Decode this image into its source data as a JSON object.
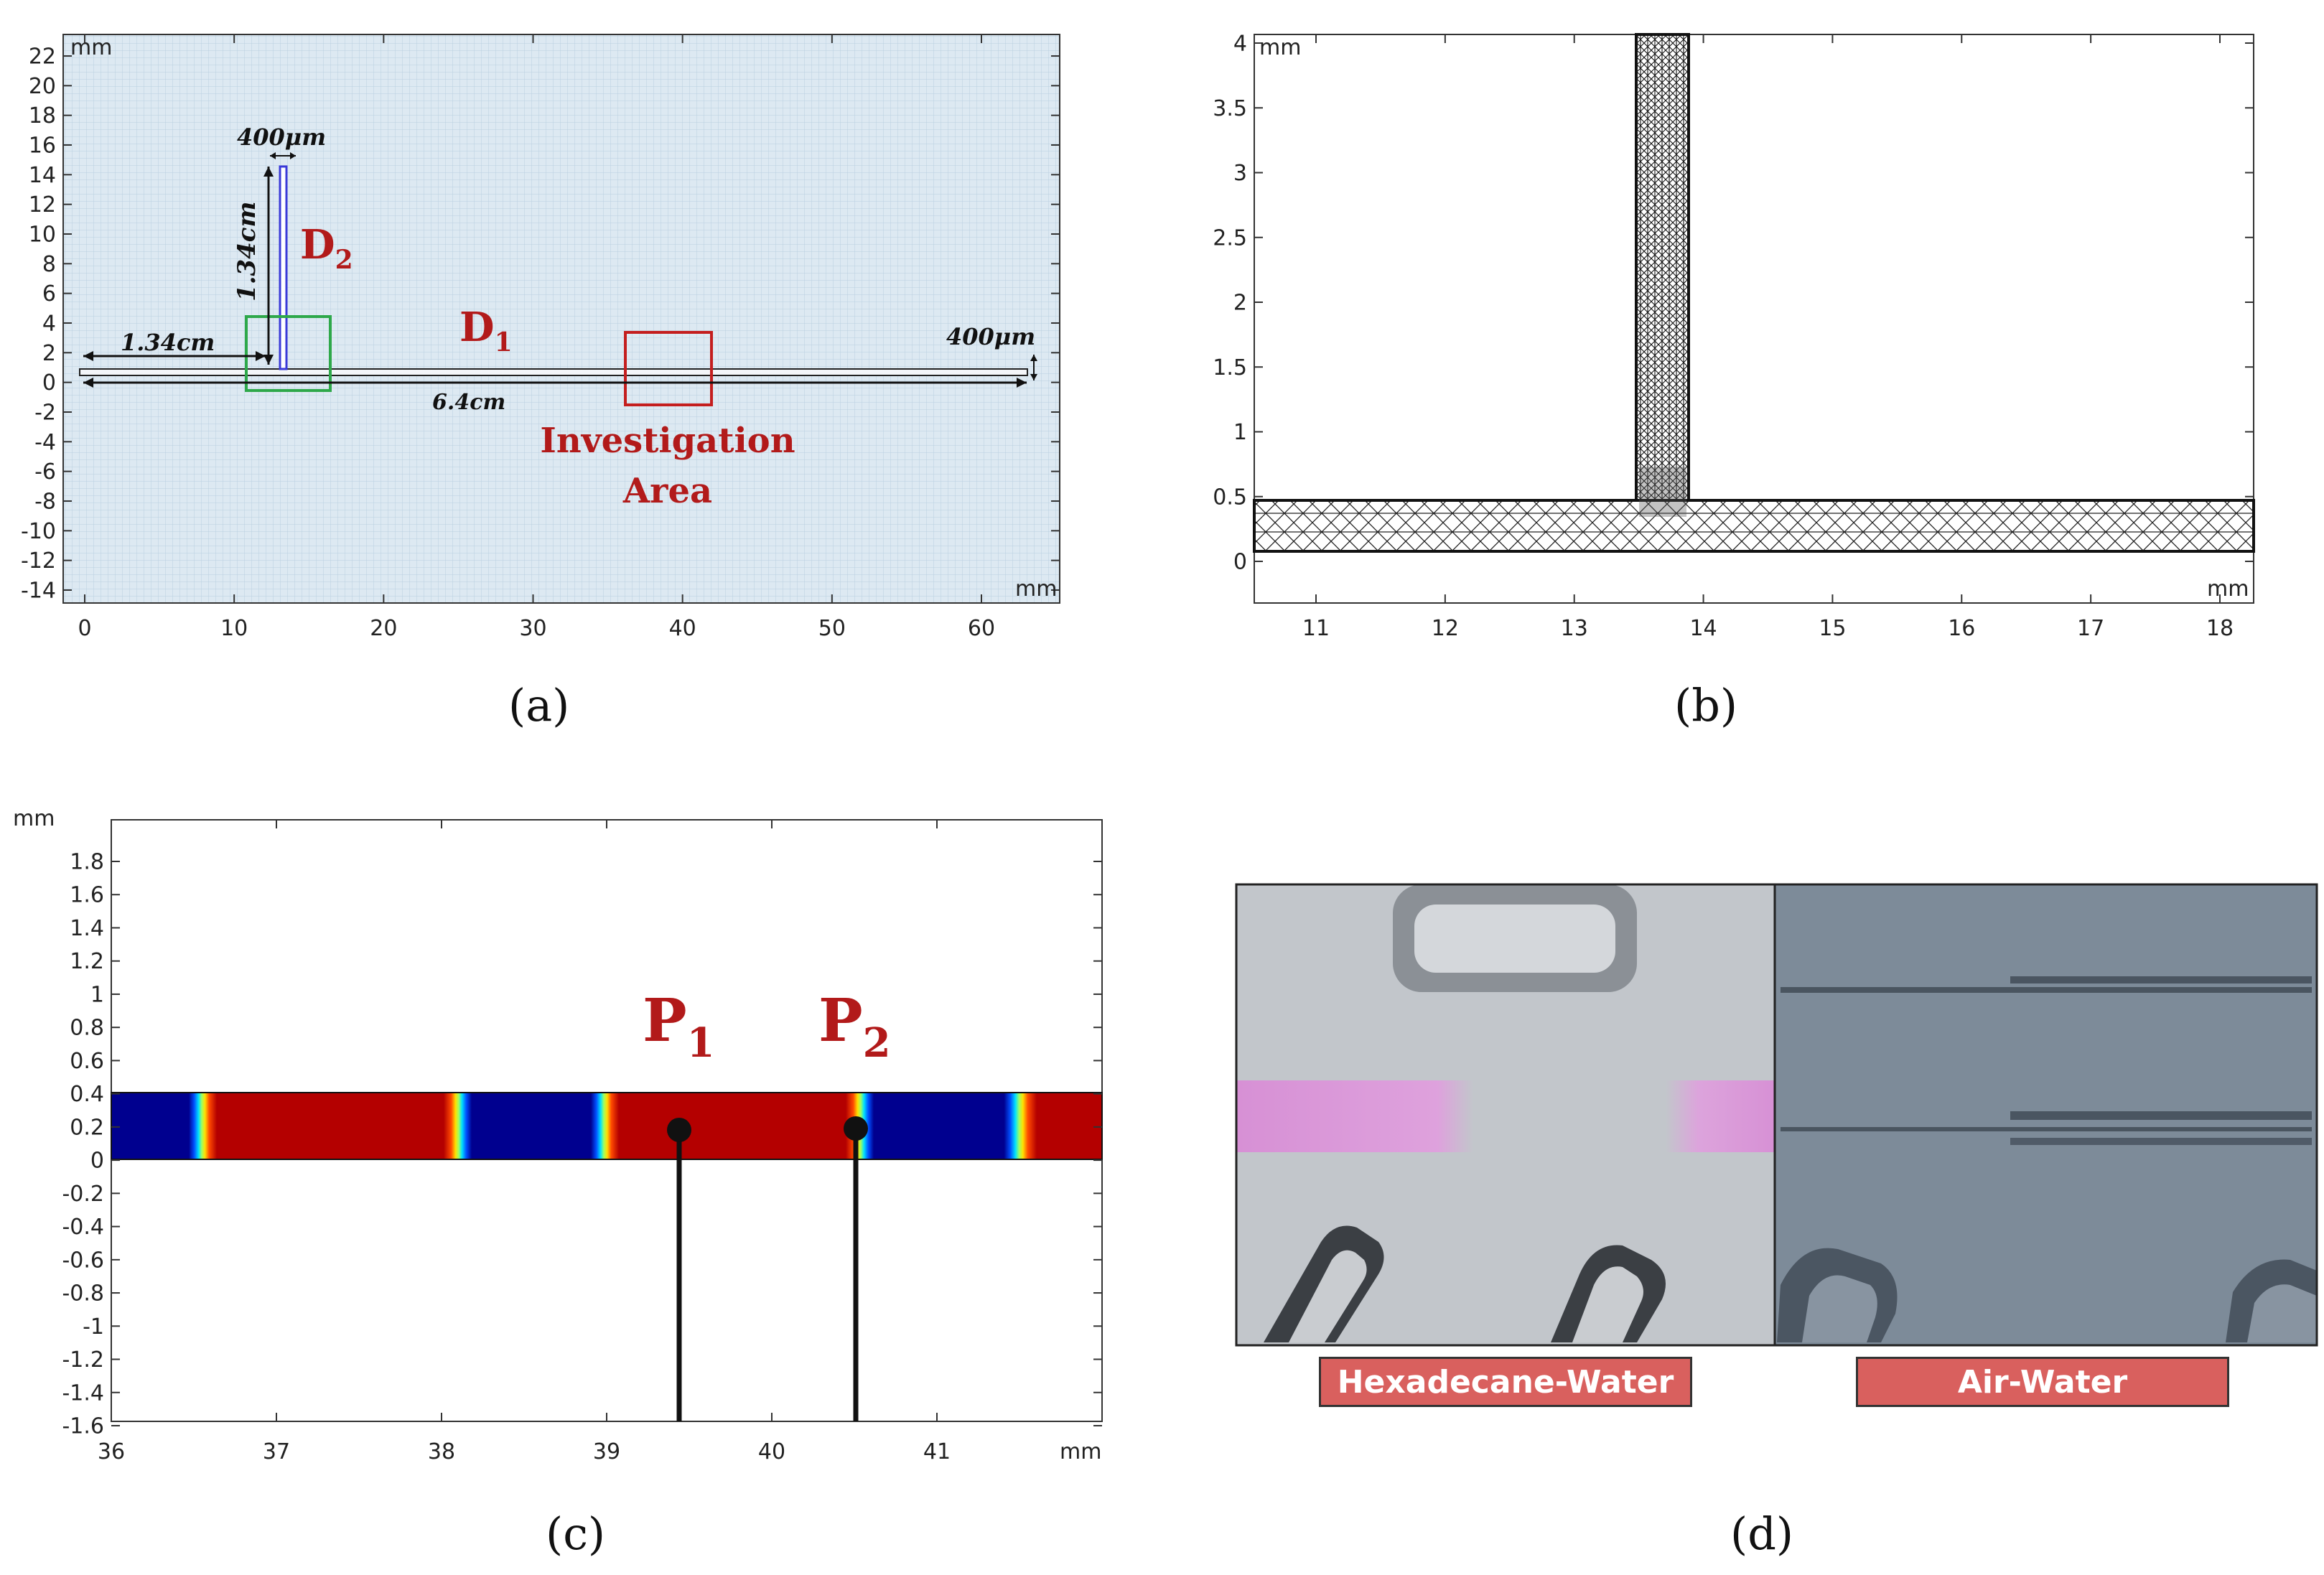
{
  "captions": {
    "a": "(a)",
    "b": "(b)",
    "c": "(c)",
    "d": "(d)"
  },
  "panel_a": {
    "unit_top": "mm",
    "unit_bottom": "mm",
    "y_ticks": [
      "22",
      "20",
      "18",
      "16",
      "14",
      "12",
      "10",
      "8",
      "6",
      "4",
      "2",
      "0",
      "-2",
      "-4",
      "-6",
      "-8",
      "-10",
      "-12",
      "-14"
    ],
    "x_ticks": [
      "0",
      "10",
      "20",
      "30",
      "40",
      "50",
      "60"
    ],
    "dim_400_top": "400μm",
    "dim_134_vert": "1.34cm",
    "label_D2_main": "D",
    "label_D2_sub": "2",
    "label_D1_main": "D",
    "label_D1_sub": "1",
    "dim_134_horiz": "1.34cm",
    "dim_64": "6.4cm",
    "dim_400_right": "400μm",
    "investigation_line1": "Investigation",
    "investigation_line2": "Area",
    "colors": {
      "grid_bg": "#dde9f2",
      "channel_blue": "#3a3ad8",
      "box_green": "#2ea84a",
      "box_red": "#c41e1e"
    }
  },
  "panel_b": {
    "unit_top": "mm",
    "unit_bottom": "mm",
    "y_ticks": [
      "4",
      "3.5",
      "3",
      "2.5",
      "2",
      "1.5",
      "1",
      "0.5",
      "0"
    ],
    "x_ticks": [
      "11",
      "12",
      "13",
      "14",
      "15",
      "16",
      "17",
      "18"
    ]
  },
  "panel_c": {
    "unit_top": "mm",
    "unit_bottom": "mm",
    "y_ticks": [
      "1.8",
      "1.6",
      "1.4",
      "1.2",
      "1",
      "0.8",
      "0.6",
      "0.4",
      "0.2",
      "0",
      "-0.2",
      "-0.4",
      "-0.6",
      "-0.8",
      "-1",
      "-1.2",
      "-1.4",
      "-1.6"
    ],
    "x_ticks": [
      "36",
      "37",
      "38",
      "39",
      "40",
      "41"
    ],
    "probe1_main": "P",
    "probe1_sub": "1",
    "probe2_main": "P",
    "probe2_sub": "2",
    "colors": {
      "phase_a": "#b40000",
      "phase_b": "#00008f"
    }
  },
  "panel_d": {
    "label_left": "Hexadecane-Water",
    "label_right": "Air-Water",
    "colors": {
      "photo_left": "#c2c6cb",
      "photo_right": "#7d8b99",
      "droplet": "#d98ad6",
      "label_bg": "#d9605e"
    }
  }
}
